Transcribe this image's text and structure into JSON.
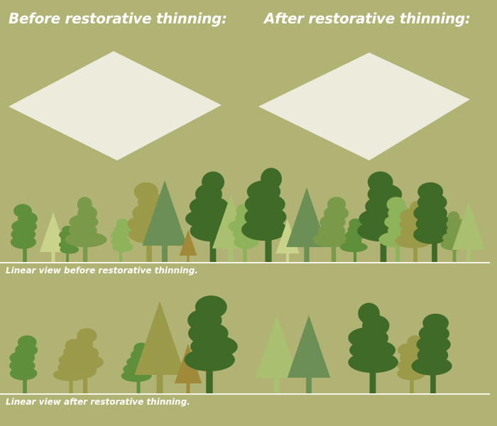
{
  "titles": {
    "before": "Before restorative thinning:",
    "after": "After restorative thinning:"
  },
  "captions": {
    "linear_before": "Linear view before restorative thinning.",
    "linear_after": "Linear view after restorative thinning."
  },
  "colors": {
    "background": "#b0b374",
    "plot_ground": "#ecebdc",
    "ground_line": "#f4f4ea",
    "tree_palette": [
      "#4e7a2e",
      "#5f8f3a",
      "#3f6a27",
      "#7a9a4a",
      "#8fb35a",
      "#a8c070",
      "#9a9a48",
      "#6c8f55",
      "#c9d48a",
      "#a08a3a"
    ]
  }
}
